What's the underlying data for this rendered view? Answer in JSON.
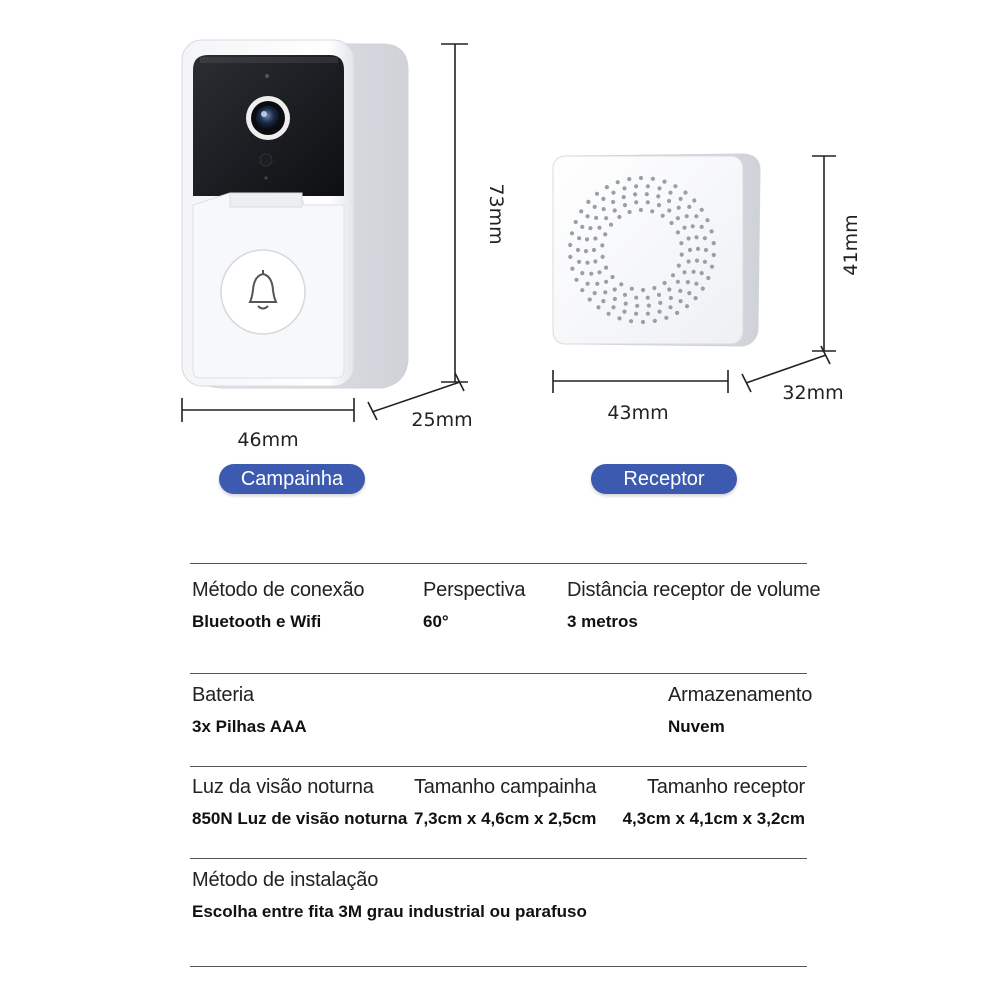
{
  "doorbell": {
    "height_label": "73mm",
    "width_label": "46mm",
    "depth_label": "25mm",
    "caption": "Campainha"
  },
  "receiver": {
    "height_label": "41mm",
    "width_label": "43mm",
    "depth_label": "32mm",
    "caption": "Receptor"
  },
  "specs": {
    "row1": [
      {
        "label": "Método de conexão",
        "value": "Bluetooth e Wifi"
      },
      {
        "label": "Perspectiva",
        "value": "60°"
      },
      {
        "label": "Distância receptor de volume",
        "value": "3 metros"
      }
    ],
    "row2": [
      {
        "label": "Bateria",
        "value": "3x Pilhas AAA"
      },
      {
        "label": "Armazenamento",
        "value": "Nuvem"
      }
    ],
    "row3": [
      {
        "label": "Luz da visão noturna",
        "value": "850N Luz de visão noturna"
      },
      {
        "label": "Tamanho campainha",
        "value": "7,3cm x 4,6cm x 2,5cm"
      },
      {
        "label": "Tamanho receptor",
        "value": "4,3cm x 4,1cm x 3,2cm"
      }
    ],
    "row4": [
      {
        "label": "Método de instalação",
        "value": "Escolha entre fita 3M grau industrial ou parafuso"
      }
    ]
  },
  "colors": {
    "pill": "#3c5bb0",
    "rule": "#555555"
  }
}
